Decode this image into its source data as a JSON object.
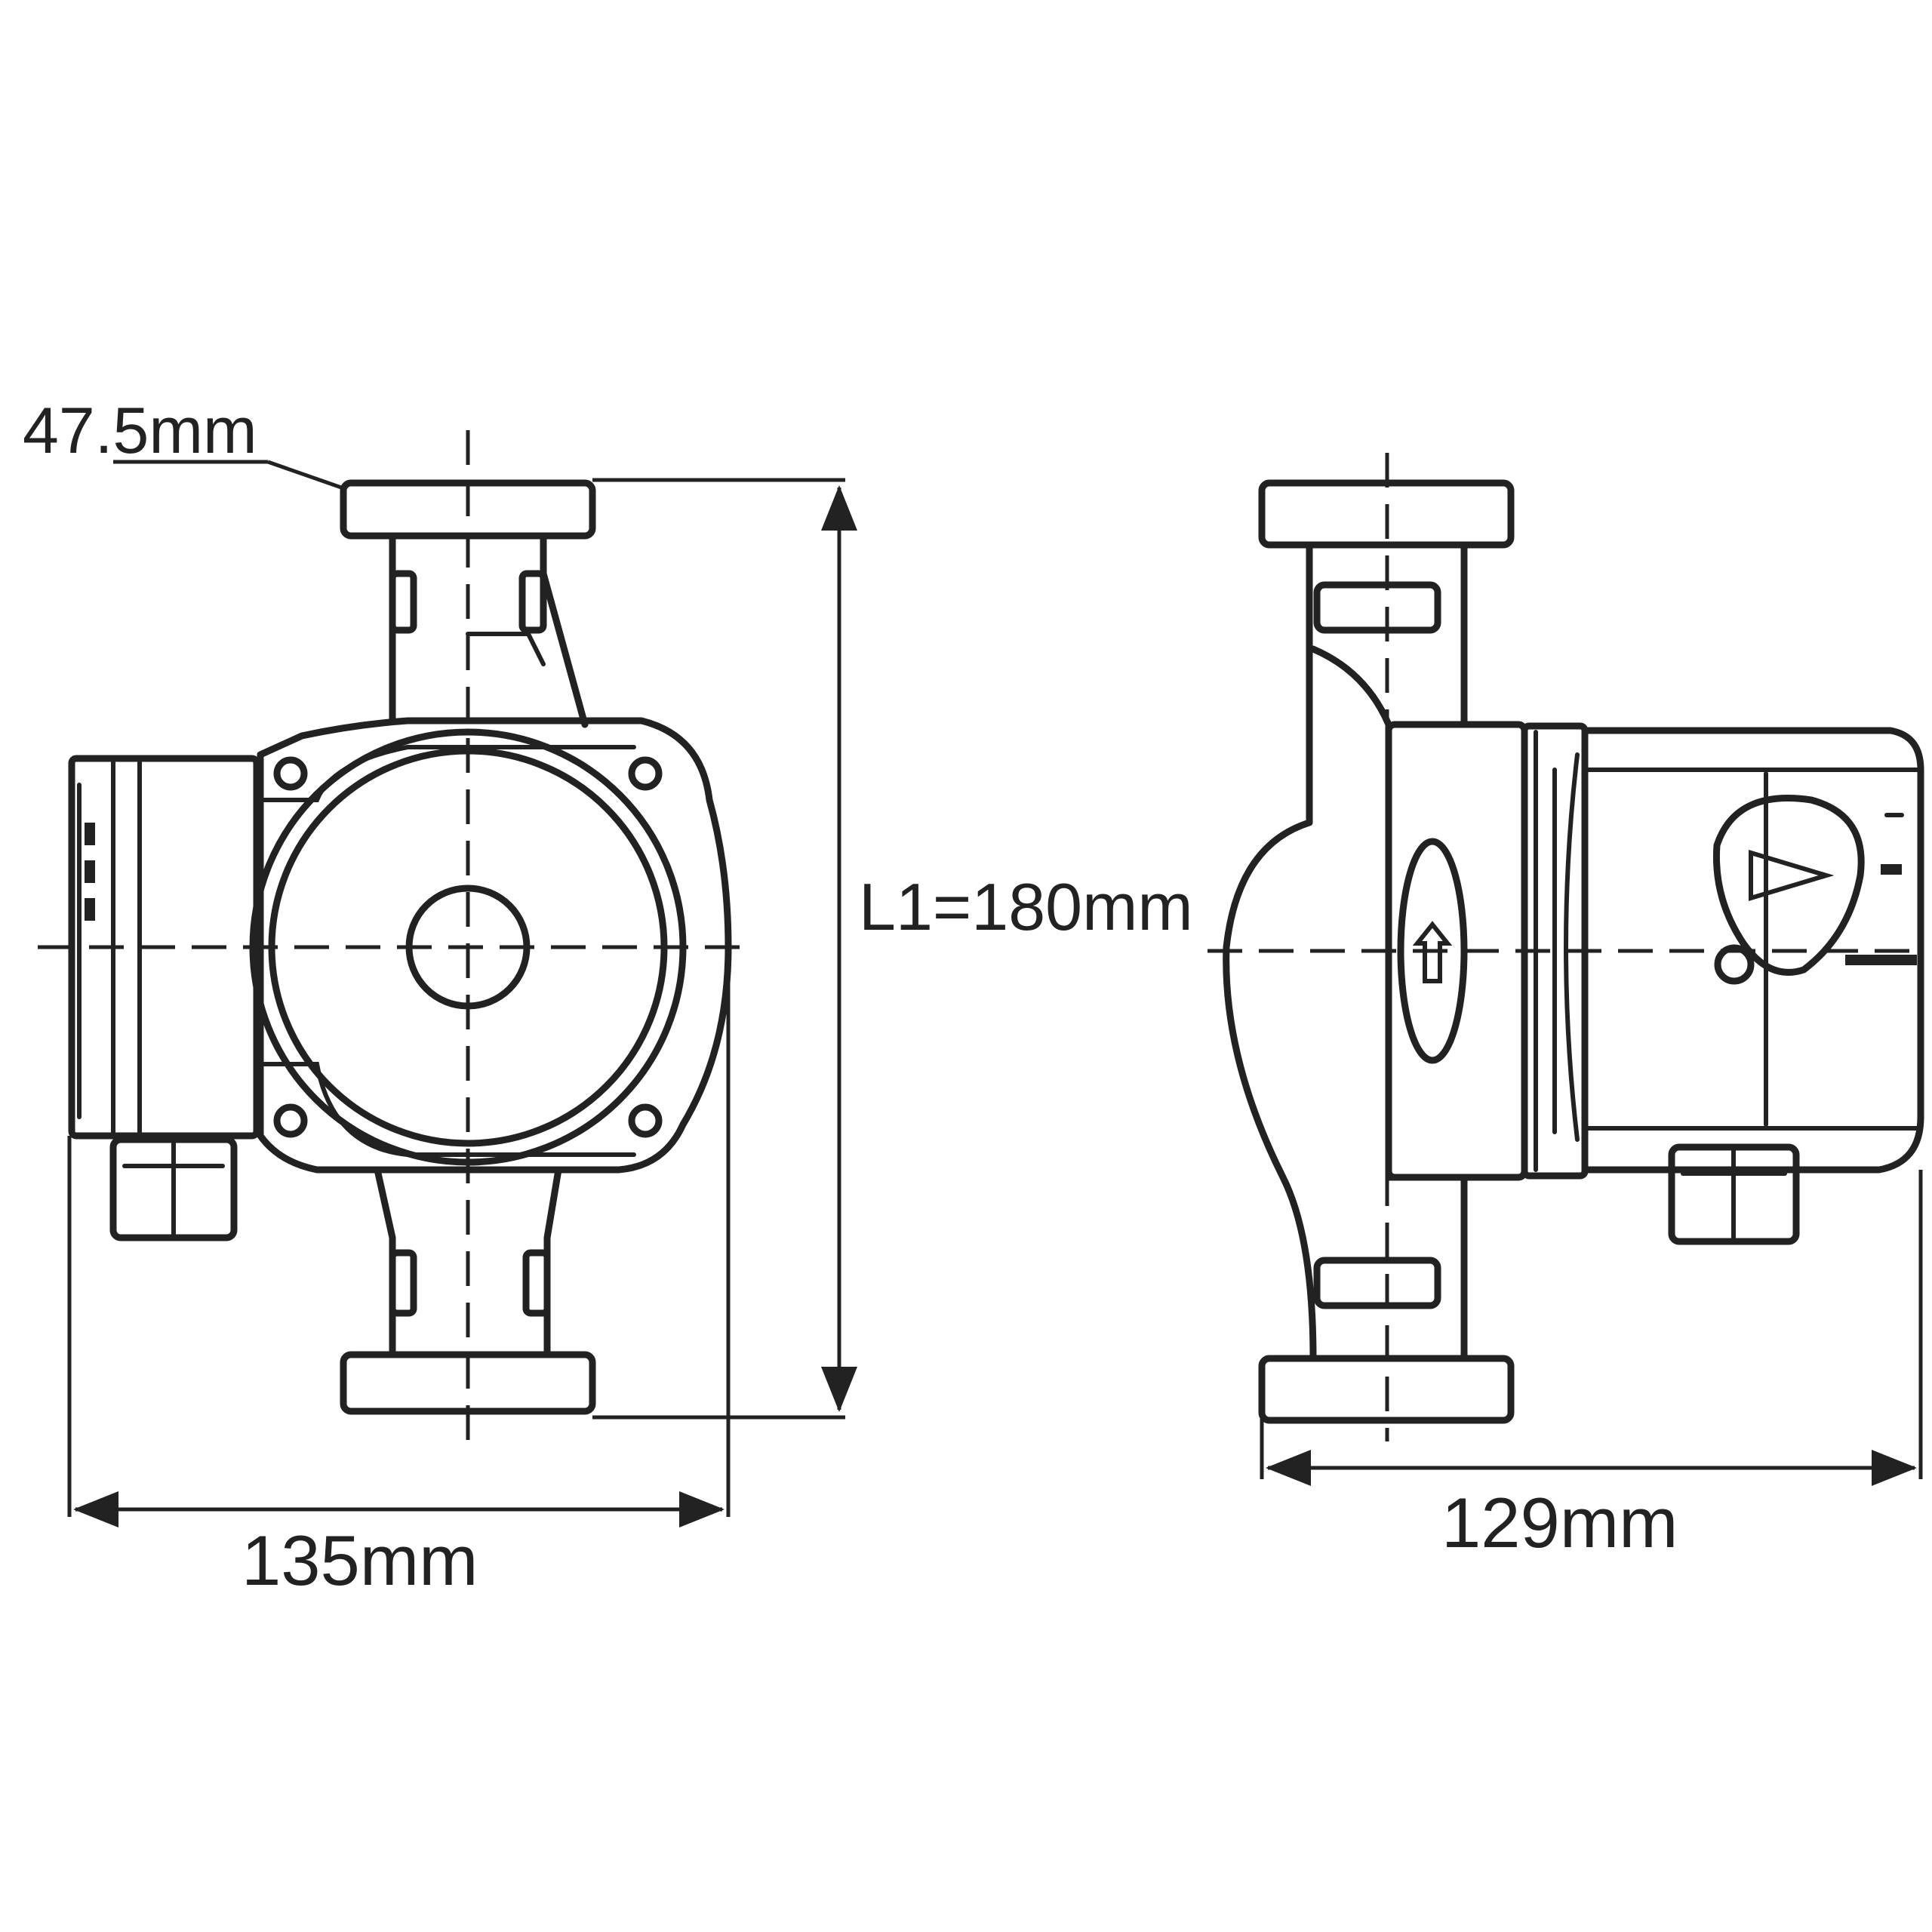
{
  "dimensions": {
    "flange_label": "47.5mm",
    "height_label": "L1=180mm",
    "front_width_label": "135mm",
    "side_width_label": "129mm"
  },
  "colors": {
    "ink": "#222222",
    "background": "#ffffff"
  }
}
